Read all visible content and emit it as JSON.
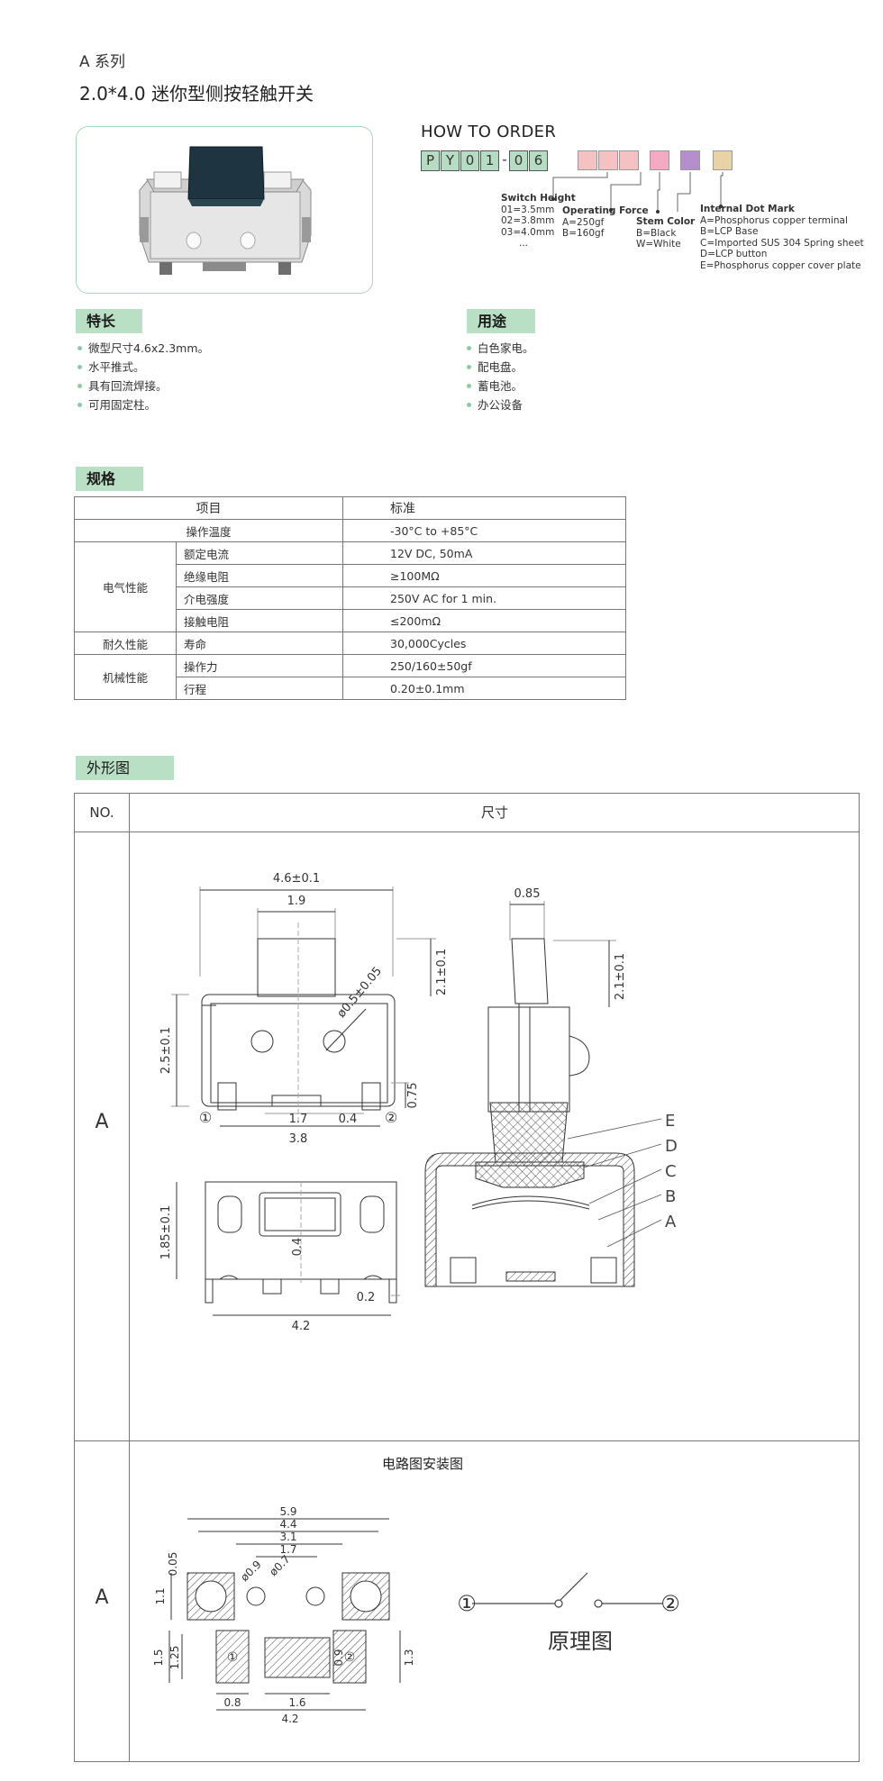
{
  "header": {
    "series": "A 系列",
    "title": "2.0*4.0 迷你型侧按轻触开关"
  },
  "order": {
    "title": "HOW TO ORDER",
    "code_chars": [
      "P",
      "Y",
      "0",
      "1",
      "0",
      "6"
    ],
    "dash": "-",
    "colors": {
      "pink1": "#f4c2c2",
      "pink2": "#f4a9c4",
      "purple": "#b58fcc",
      "tan": "#e7d3a6"
    },
    "switch_height": {
      "head": "Switch Height",
      "lines": [
        "01=3.5mm",
        "02=3.8mm",
        "03=4.0mm",
        "..."
      ]
    },
    "operating_force": {
      "head": "Operating Force",
      "lines": [
        "A=250gf",
        "B=160gf"
      ]
    },
    "stem_color": {
      "head": "Stem Color",
      "lines": [
        "B=Black",
        "W=White"
      ]
    },
    "internal_dot": {
      "head": "Internal Dot Mark",
      "lines": [
        "A=Phosphorus copper terminal",
        "B=LCP Base",
        "C=Imported SUS 304 Spring sheet",
        "D=LCP button",
        "E=Phosphorus copper cover plate"
      ]
    }
  },
  "features": {
    "tag": "特长",
    "items": [
      "微型尺寸4.6x2.3mm。",
      "水平推式。",
      "具有回流焊接。",
      "可用固定柱。"
    ]
  },
  "usage": {
    "tag": "用途",
    "items": [
      "白色家电。",
      "配电盘。",
      "蓄电池。",
      "办公设备"
    ]
  },
  "spec": {
    "tag": "规格",
    "head_item": "项目",
    "head_std": "标准",
    "op_temp": {
      "label": "操作温度",
      "value": "-30°C to +85°C"
    },
    "electrical": {
      "cat": "电气性能",
      "rows": [
        {
          "item": "额定电流",
          "value": "12V DC, 50mA"
        },
        {
          "item": "绝缘电阻",
          "value": "≥100MΩ"
        },
        {
          "item": "介电强度",
          "value": "250V AC for 1 min."
        },
        {
          "item": "接触电阻",
          "value": "≤200mΩ"
        }
      ]
    },
    "durability": {
      "cat": "耐久性能",
      "item": "寿命",
      "value": "30,000Cycles"
    },
    "mechanical": {
      "cat": "机械性能",
      "rows": [
        {
          "item": "操作力",
          "value": "250/160±50gf"
        },
        {
          "item": "行程",
          "value": "0.20±0.1mm"
        }
      ]
    }
  },
  "outline": {
    "tag": "外形图",
    "head_no": "NO.",
    "head_size": "尺寸",
    "row1_label": "A",
    "row2_label": "A",
    "dims": {
      "w46": "4.6±0.1",
      "w19": "1.9",
      "h21": "2.1±0.1",
      "dia05": "ø0.5±0.05",
      "h25": "2.5±0.1",
      "h075": "0.75",
      "w17": "1.7",
      "w04": "0.4",
      "w38": "3.8",
      "w085": "0.85",
      "h21b": "2.1±0.1",
      "h185": "1.85±0.1",
      "v04": "0.4",
      "w02": "0.2",
      "w42": "4.2",
      "pin1": "①",
      "pin2": "②",
      "letters": [
        "E",
        "D",
        "C",
        "B",
        "A"
      ]
    },
    "pcb": {
      "title": "电路图安装图",
      "w59": "5.9",
      "w44": "4.4",
      "w31": "3.1",
      "w17": "1.7",
      "d09": "ø0.9",
      "d07": "ø0.7",
      "h005": "0.05",
      "h11": "1.1",
      "h15": "1.5",
      "h125": "1.25",
      "h09": "0.9",
      "h13": "1.3",
      "w08": "0.8",
      "w16": "1.6",
      "w42": "4.2",
      "pin1": "①",
      "pin2": "②"
    },
    "schematic": {
      "title": "原理图",
      "pin1": "①",
      "pin2": "②"
    }
  }
}
